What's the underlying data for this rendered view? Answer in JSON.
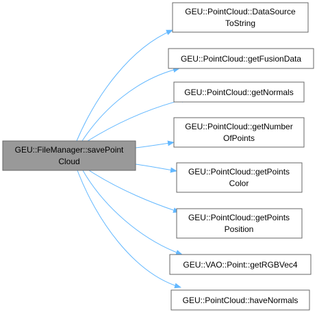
{
  "source_node": {
    "lines": [
      "GEU::FileManager::savePoint",
      "Cloud"
    ]
  },
  "target_nodes": [
    {
      "lines": [
        "GEU::PointCloud::DataSource",
        "ToString"
      ]
    },
    {
      "lines": [
        "GEU::PointCloud::getFusionData"
      ]
    },
    {
      "lines": [
        "GEU::PointCloud::getNormals"
      ]
    },
    {
      "lines": [
        "GEU::PointCloud::getNumber",
        "OfPoints"
      ]
    },
    {
      "lines": [
        "GEU::PointCloud::getPoints",
        "Color"
      ]
    },
    {
      "lines": [
        "GEU::PointCloud::getPoints",
        "Position"
      ]
    },
    {
      "lines": [
        "GEU::VAO::Point::getRGBVec4"
      ]
    },
    {
      "lines": [
        "GEU::PointCloud::haveNormals"
      ]
    }
  ],
  "colors": {
    "source_fill": "#999999",
    "node_fill": "#ffffff",
    "node_border": "#666666",
    "edge": "#63b8ff",
    "text": "#000000"
  }
}
